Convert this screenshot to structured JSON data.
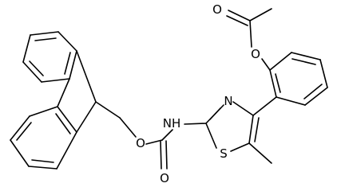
{
  "molecule": {
    "atom_labels": {
      "ester_oxygen_carbonyl": "O",
      "ester_oxygen_link": "O",
      "thiazole_nitrogen": "N",
      "amine": "NH",
      "thiazole_sulfur": "S",
      "carbamate_oxygen_link": "O",
      "carbamate_oxygen_carbonyl": "O"
    }
  }
}
